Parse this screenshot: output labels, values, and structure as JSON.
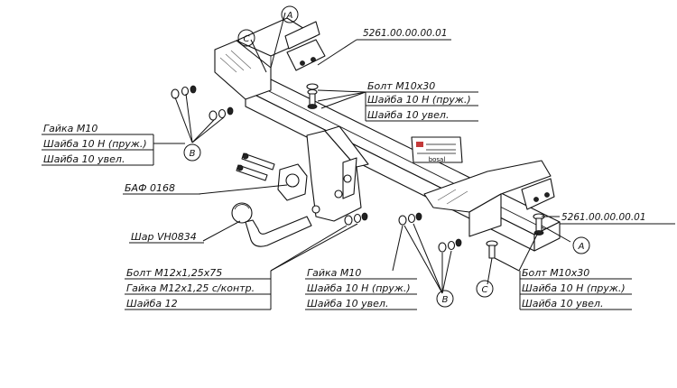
{
  "callouts": {
    "a_top": "A",
    "c_top": "C",
    "b_left": "B",
    "a_right": "A",
    "c_bottom": "C",
    "b_bottom": "B"
  },
  "part_numbers": {
    "top": "5261.00.00.00.01",
    "right": "5261.00.00.00.01"
  },
  "labels": {
    "bolt_top": [
      "Болт М10х30",
      "Шайба 10 Н (пруж.)",
      "Шайба 10 увел."
    ],
    "nut_left": [
      "Гайка М10",
      "Шайба 10 Н (пруж.)",
      "Шайба 10 увел."
    ],
    "baf": "БАФ 0168",
    "ball": "Шар VH0834",
    "bolt_m12": [
      "Болт М12х1,25х75",
      "Гайка М12х1,25 с/контр.",
      "Шайба 12"
    ],
    "nut_bottom": [
      "Гайка М10",
      "Шайба 10 Н (пруж.)",
      "Шайба 10 увел."
    ],
    "bolt_bottom": [
      "Болт М10х30",
      "Шайба 10 Н (пруж.)",
      "Шайба 10 увел."
    ]
  },
  "plate": {
    "brand": "bosal"
  }
}
